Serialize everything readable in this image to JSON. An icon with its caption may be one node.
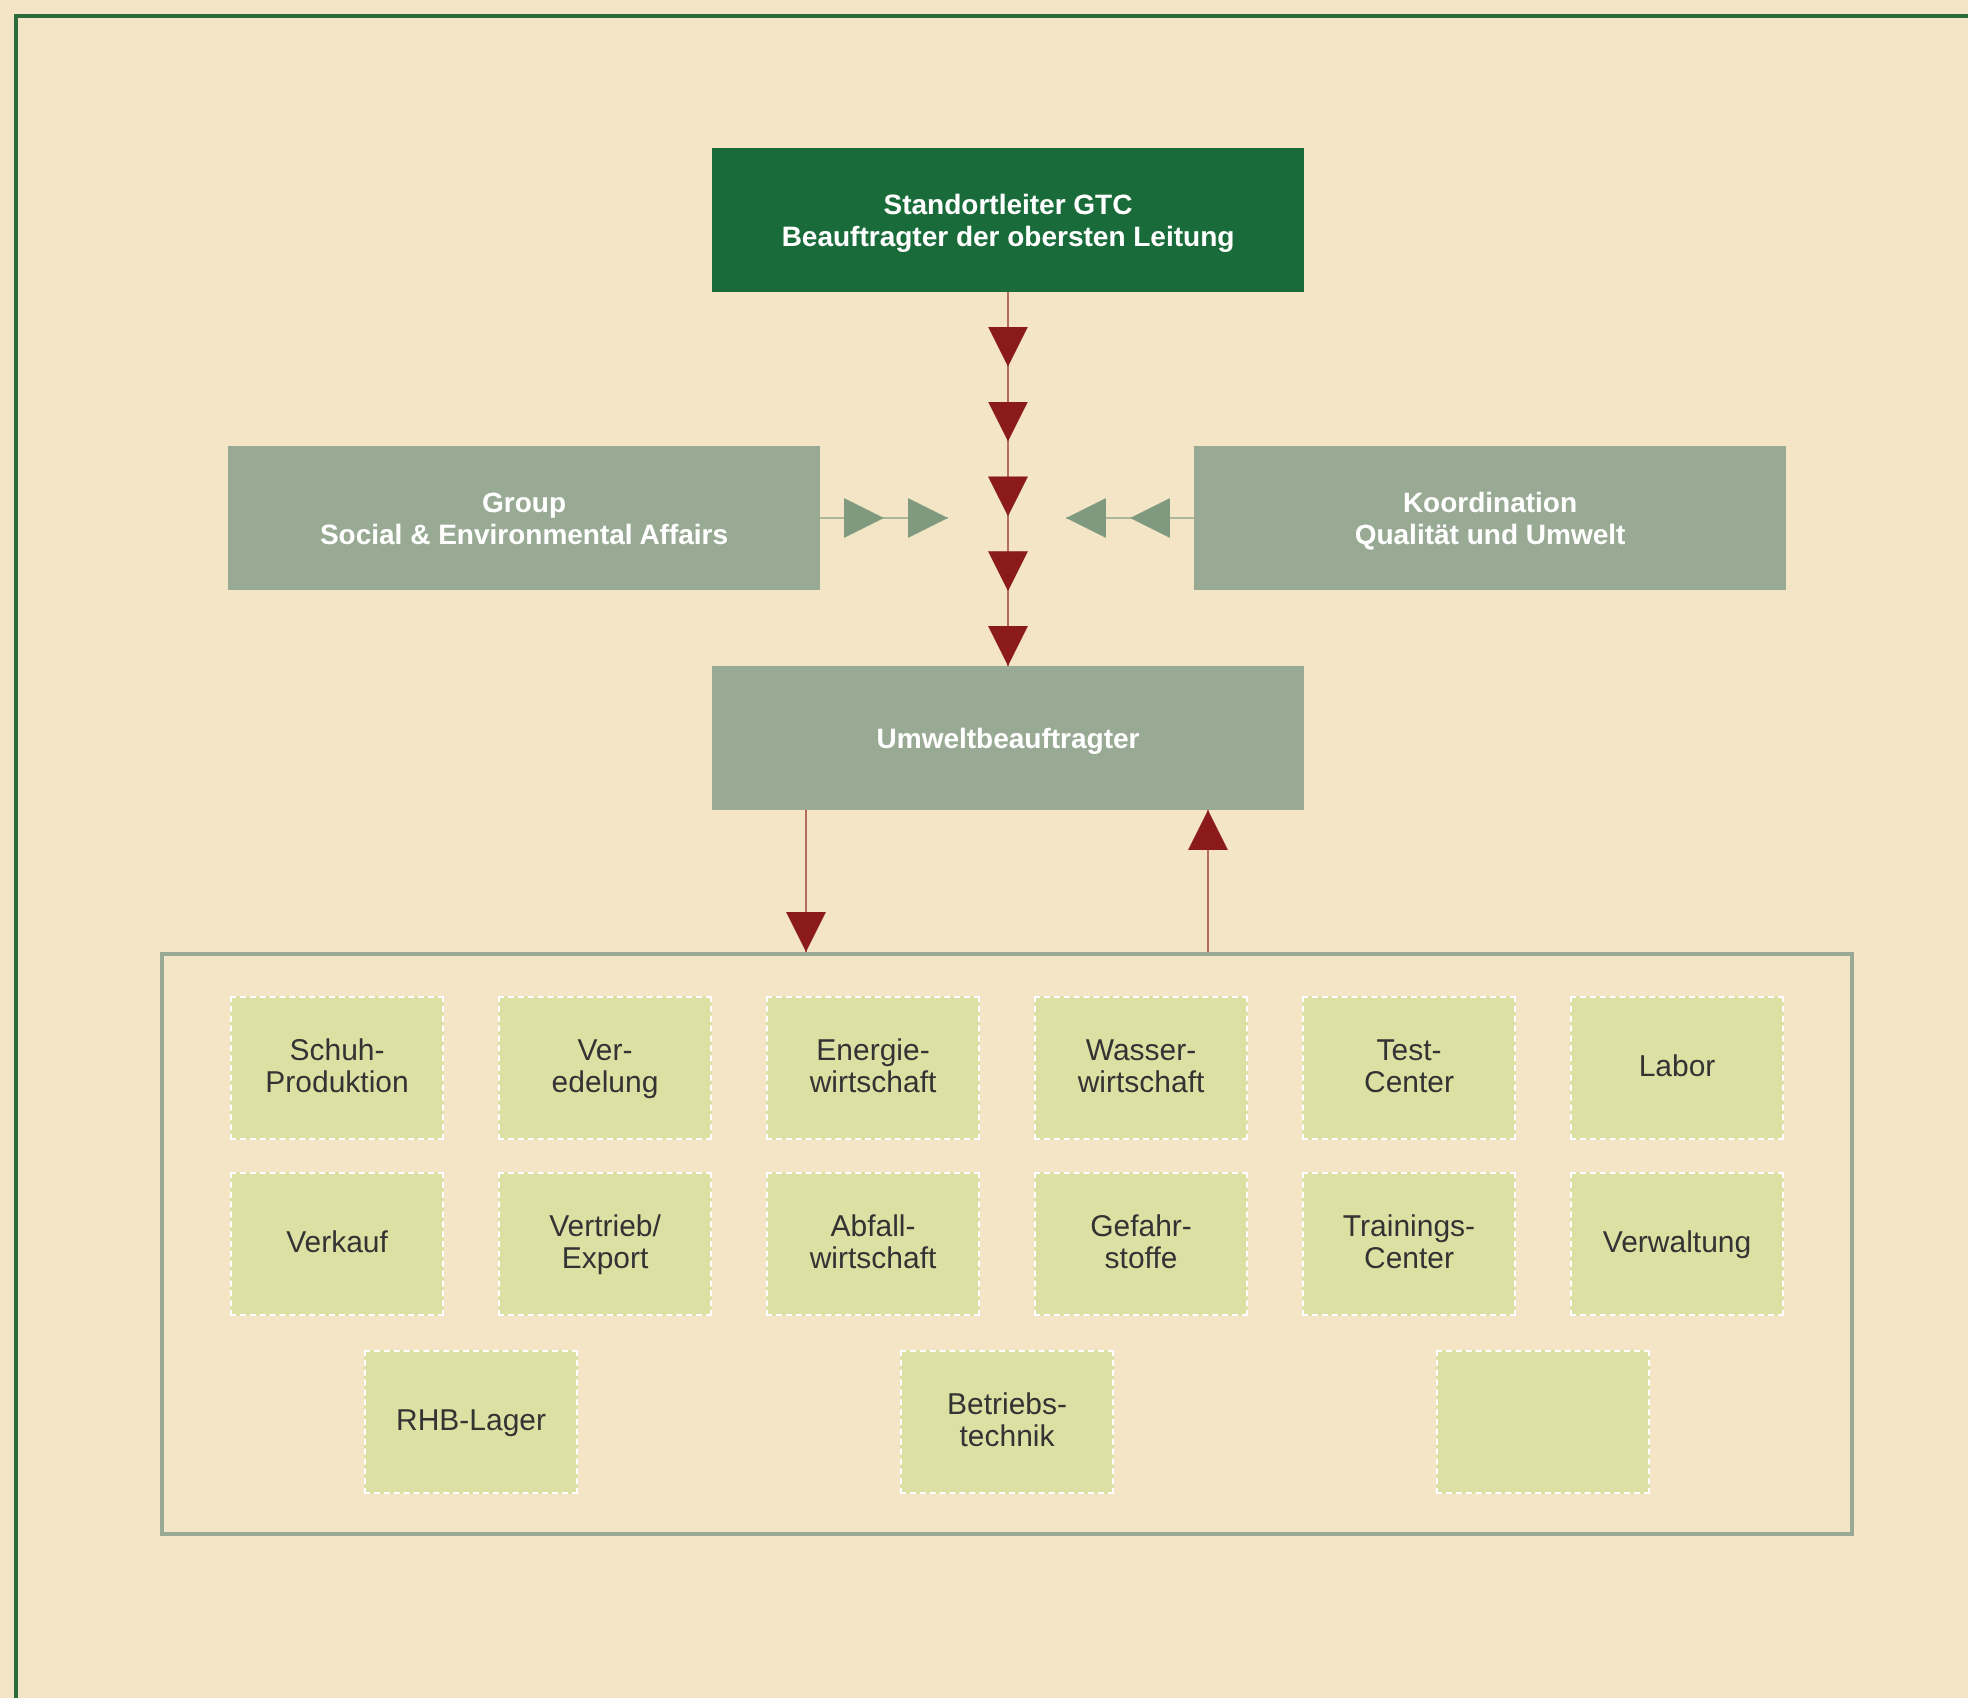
{
  "diagram": {
    "nodes": [
      {
        "text": [
          "Standortleiter GTC",
          "Beauftragter der obersten Leitung"
        ]
      },
      {
        "text": [
          "Group",
          "Social & Environmental Affairs"
        ]
      },
      {
        "text": [
          "Koordination",
          "Qualität und Umwelt"
        ]
      },
      {
        "text": [
          "Umweltbeauftragter"
        ]
      },
      {
        "text": [],
        "shape": "box"
      },
      {
        "text": [
          "Schuh- Produktion"
        ],
        "in": 4
      },
      {
        "text": [
          "Ver- edelung"
        ],
        "in": 4
      },
      {
        "text": [
          "Energie- wirtschaft"
        ],
        "in": 4
      },
      {
        "text": [
          "Wasser- wirtschaft"
        ],
        "in": 4
      },
      {
        "text": [
          "Test- Center"
        ],
        "in": 4
      },
      {
        "text": [
          "Labor"
        ],
        "in": 4
      },
      {
        "text": [
          "Verkauf"
        ],
        "in": 4
      },
      {
        "text": [
          "Vertrieb/ Export"
        ],
        "in": 4
      },
      {
        "text": [
          "Abfall- wirtschaft"
        ],
        "in": 4
      },
      {
        "text": [
          "Gefahr- stoffe"
        ],
        "in": 4
      },
      {
        "text": [
          "Trainings- Center"
        ],
        "in": 4
      },
      {
        "text": [
          "Verwaltung"
        ],
        "in": 4
      },
      {
        "text": [
          "RHB-Lager"
        ],
        "in": 4
      },
      {
        "text": [
          "Betriebs- technik"
        ],
        "in": 4
      },
      {
        "text": [],
        "shape": "box",
        "in": 4
      }
    ],
    "edges": [
      {
        "from": 0,
        "to": 3,
        "arrow": "to"
      },
      {
        "from": 1,
        "to": null,
        "arrow": "to",
        "color": "#7f9a7f"
      },
      {
        "from": 2,
        "to": null,
        "arrow": "to",
        "color": "#7f9a7f"
      },
      {
        "from": 3,
        "to": 4,
        "arrow": "to"
      },
      {
        "from": 4,
        "to": 3,
        "arrow": "to"
      }
    ]
  }
}
